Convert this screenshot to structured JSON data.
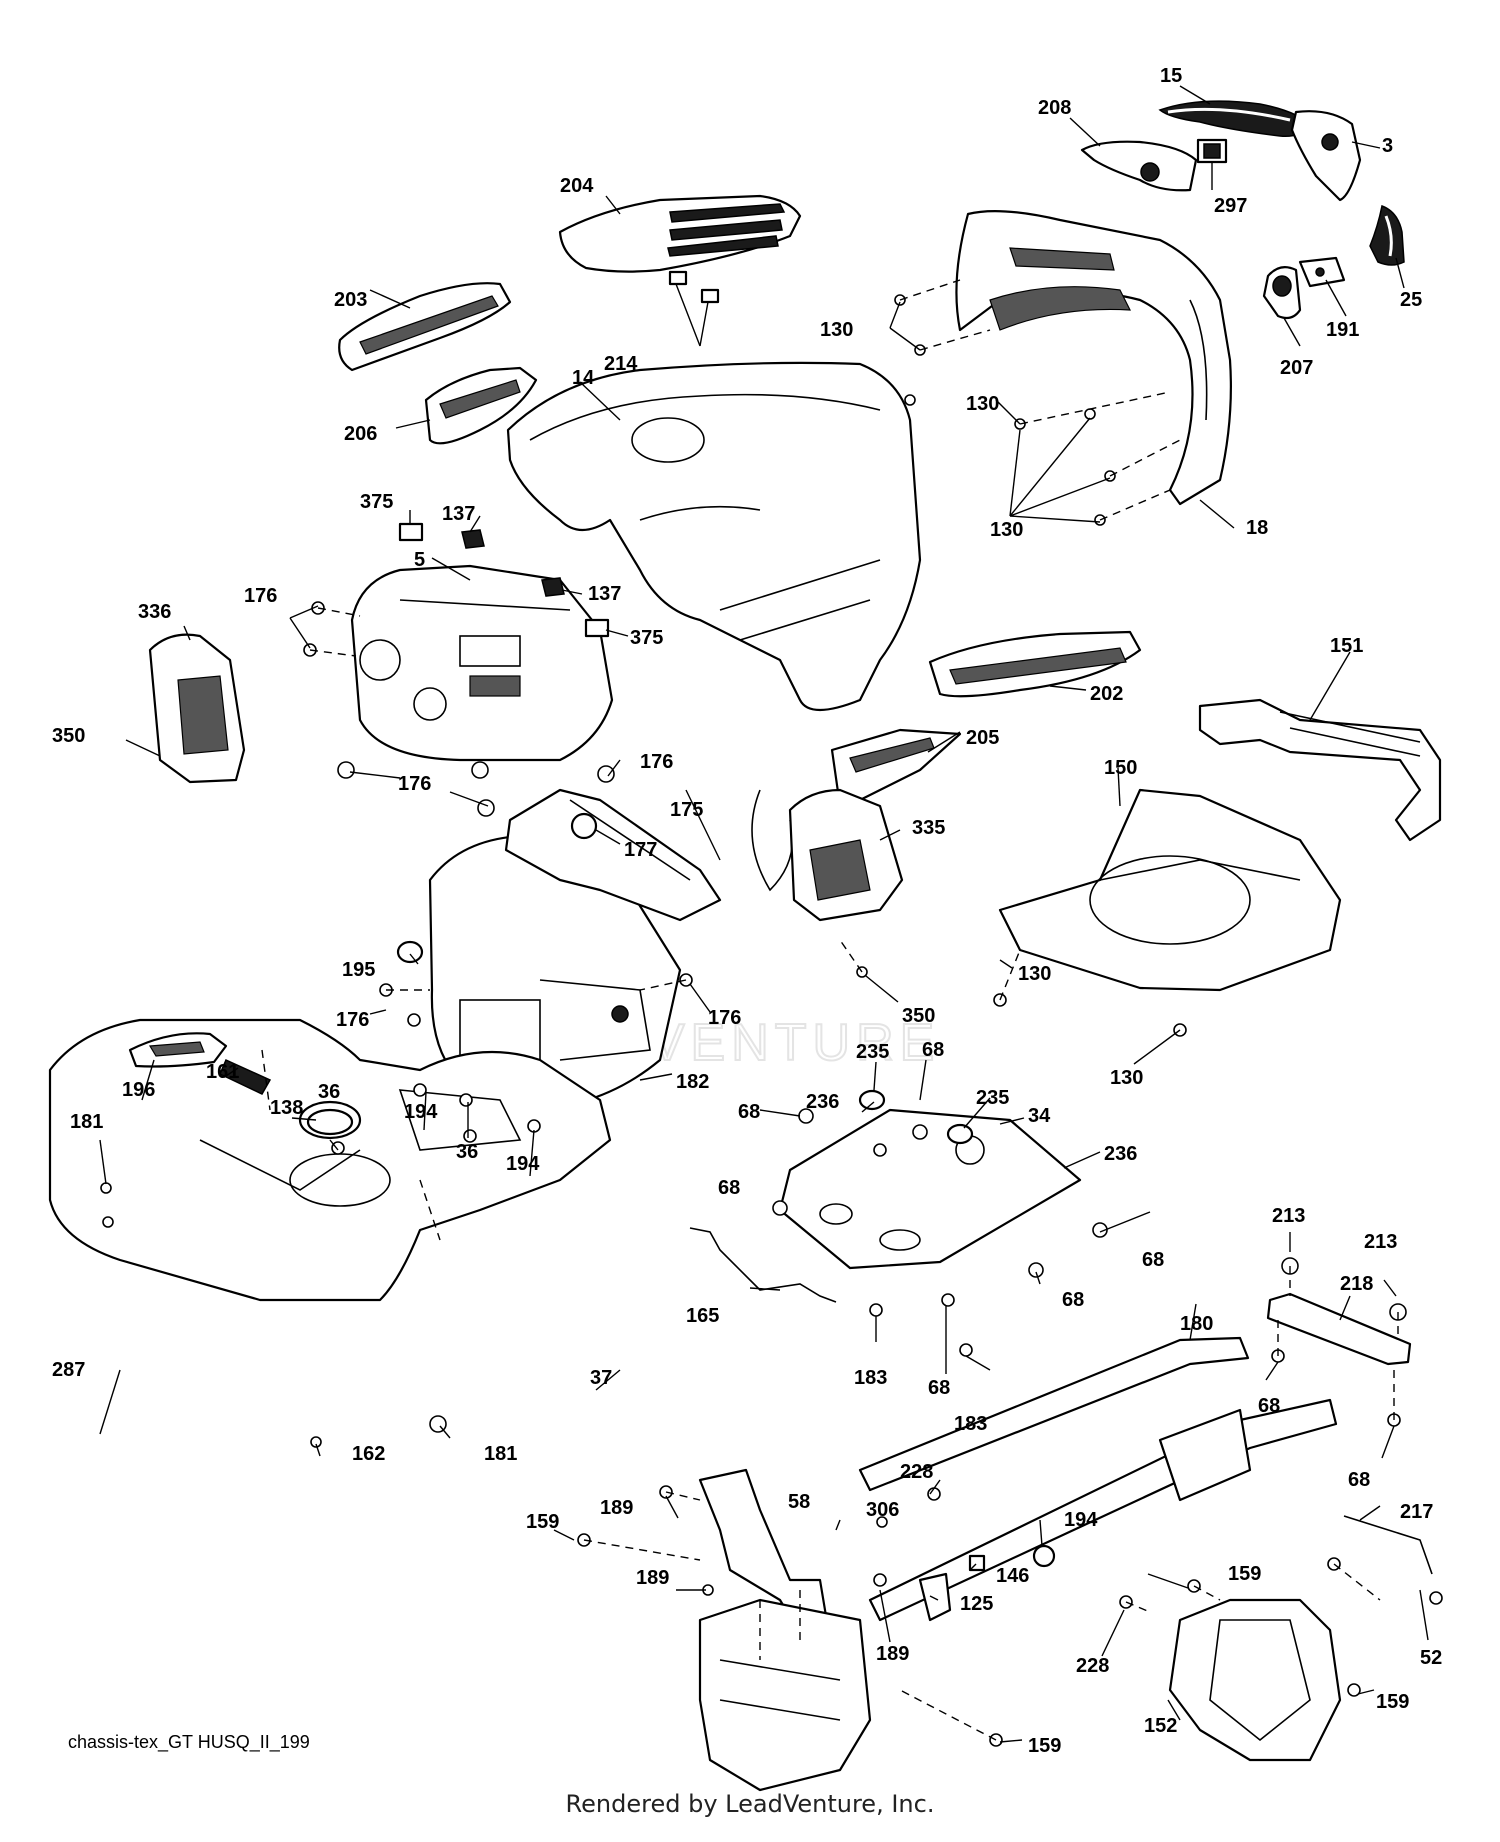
{
  "diagram": {
    "callouts": [
      {
        "id": "c15",
        "text": "15"
      },
      {
        "id": "c208",
        "text": "208"
      },
      {
        "id": "c3",
        "text": "3"
      },
      {
        "id": "c297",
        "text": "297"
      },
      {
        "id": "c204",
        "text": "204"
      },
      {
        "id": "c25",
        "text": "25"
      },
      {
        "id": "c191",
        "text": "191"
      },
      {
        "id": "c207",
        "text": "207"
      },
      {
        "id": "c203",
        "text": "203"
      },
      {
        "id": "c130a",
        "text": "130"
      },
      {
        "id": "c214",
        "text": "214"
      },
      {
        "id": "c14",
        "text": "14"
      },
      {
        "id": "c130b",
        "text": "130"
      },
      {
        "id": "c206",
        "text": "206"
      },
      {
        "id": "c130c",
        "text": "130"
      },
      {
        "id": "c18",
        "text": "18"
      },
      {
        "id": "c375a",
        "text": "375"
      },
      {
        "id": "c137a",
        "text": "137"
      },
      {
        "id": "c5",
        "text": "5"
      },
      {
        "id": "c137b",
        "text": "137"
      },
      {
        "id": "c176a",
        "text": "176"
      },
      {
        "id": "c336",
        "text": "336"
      },
      {
        "id": "c375b",
        "text": "375"
      },
      {
        "id": "c151",
        "text": "151"
      },
      {
        "id": "c202",
        "text": "202"
      },
      {
        "id": "c350a",
        "text": "350"
      },
      {
        "id": "c176b",
        "text": "176"
      },
      {
        "id": "c205",
        "text": "205"
      },
      {
        "id": "c150",
        "text": "150"
      },
      {
        "id": "c176c",
        "text": "176"
      },
      {
        "id": "c175",
        "text": "175"
      },
      {
        "id": "c177",
        "text": "177"
      },
      {
        "id": "c335",
        "text": "335"
      },
      {
        "id": "c195",
        "text": "195"
      },
      {
        "id": "c130d",
        "text": "130"
      },
      {
        "id": "c350b",
        "text": "350"
      },
      {
        "id": "c176d",
        "text": "176"
      },
      {
        "id": "c176e",
        "text": "176"
      },
      {
        "id": "c182",
        "text": "182"
      },
      {
        "id": "c130e",
        "text": "130"
      },
      {
        "id": "c235a",
        "text": "235"
      },
      {
        "id": "c68a",
        "text": "68"
      },
      {
        "id": "c196",
        "text": "196"
      },
      {
        "id": "c161",
        "text": "161"
      },
      {
        "id": "c181a",
        "text": "181"
      },
      {
        "id": "c138",
        "text": "138"
      },
      {
        "id": "c36a",
        "text": "36"
      },
      {
        "id": "c194a",
        "text": "194"
      },
      {
        "id": "c36b",
        "text": "36"
      },
      {
        "id": "c194b",
        "text": "194"
      },
      {
        "id": "c68b",
        "text": "68"
      },
      {
        "id": "c236a",
        "text": "236"
      },
      {
        "id": "c235b",
        "text": "235"
      },
      {
        "id": "c34",
        "text": "34"
      },
      {
        "id": "c236b",
        "text": "236"
      },
      {
        "id": "c68c",
        "text": "68"
      },
      {
        "id": "c213a",
        "text": "213"
      },
      {
        "id": "c213b",
        "text": "213"
      },
      {
        "id": "c68d",
        "text": "68"
      },
      {
        "id": "c218",
        "text": "218"
      },
      {
        "id": "c165",
        "text": "165"
      },
      {
        "id": "c68e",
        "text": "68"
      },
      {
        "id": "c183a",
        "text": "183"
      },
      {
        "id": "c68f",
        "text": "68"
      },
      {
        "id": "c287",
        "text": "287"
      },
      {
        "id": "c37",
        "text": "37"
      },
      {
        "id": "c180",
        "text": "180"
      },
      {
        "id": "c183b",
        "text": "183"
      },
      {
        "id": "c68g",
        "text": "68"
      },
      {
        "id": "c68h",
        "text": "68"
      },
      {
        "id": "c162",
        "text": "162"
      },
      {
        "id": "c181b",
        "text": "181"
      },
      {
        "id": "c228a",
        "text": "228"
      },
      {
        "id": "c189a",
        "text": "189"
      },
      {
        "id": "c58",
        "text": "58"
      },
      {
        "id": "c306",
        "text": "306"
      },
      {
        "id": "c194c",
        "text": "194"
      },
      {
        "id": "c217",
        "text": "217"
      },
      {
        "id": "c159a",
        "text": "159"
      },
      {
        "id": "c189b",
        "text": "189"
      },
      {
        "id": "c146",
        "text": "146"
      },
      {
        "id": "c159b",
        "text": "159"
      },
      {
        "id": "c125",
        "text": "125"
      },
      {
        "id": "c189c",
        "text": "189"
      },
      {
        "id": "c228b",
        "text": "228"
      },
      {
        "id": "c52",
        "text": "52"
      },
      {
        "id": "c159c",
        "text": "159"
      },
      {
        "id": "c152",
        "text": "152"
      },
      {
        "id": "c159d",
        "text": "159"
      }
    ],
    "watermark": "LEADVENTURE"
  },
  "footer": {
    "diagram_id": "chassis-tex_GT HUSQ_II_199",
    "credit": "Rendered by LeadVenture, Inc."
  }
}
